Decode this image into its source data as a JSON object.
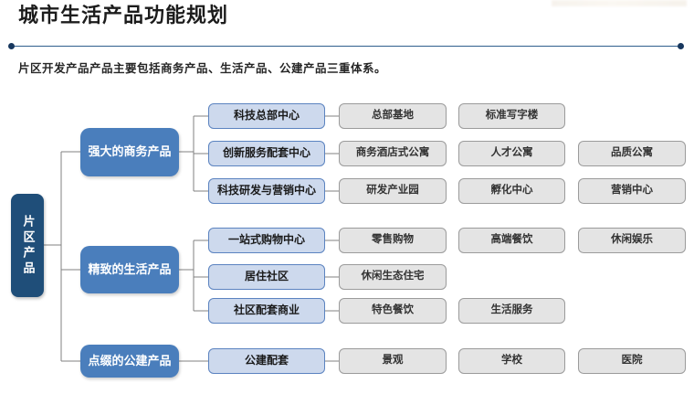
{
  "header": {
    "title": "城市生活产品功能规划",
    "subtitle": "片区开发产品产品主要包括商务产品、生活产品、公建产品三重体系。"
  },
  "colors": {
    "root_bg": "#1f4e79",
    "level2_bg": "#4a7ebc",
    "level3_bg": "#cdd9ed",
    "level3_border": "#5b83c0",
    "level4_bg": "#e4e4e4",
    "level4_border": "#9b9b9b",
    "divider": "#2f5e8c",
    "connector_line": "#808080"
  },
  "tree": {
    "root": "片区产品",
    "groups": [
      {
        "label": "强大的商务产品",
        "rows": [
          {
            "hub": "科技总部中心",
            "items": [
              "总部基地",
              "标准写字楼"
            ]
          },
          {
            "hub": "创新服务配套中心",
            "items": [
              "商务酒店式公寓",
              "人才公寓",
              "品质公寓"
            ]
          },
          {
            "hub": "科技研发与营销中心",
            "items": [
              "研发产业园",
              "孵化中心",
              "营销中心"
            ]
          }
        ]
      },
      {
        "label": "精致的生活产品",
        "rows": [
          {
            "hub": "一站式购物中心",
            "items": [
              "零售购物",
              "高端餐饮",
              "休闲娱乐"
            ]
          },
          {
            "hub": "居住社区",
            "items": [
              "休闲生态住宅"
            ]
          },
          {
            "hub": "社区配套商业",
            "items": [
              "特色餐饮",
              "生活服务"
            ]
          }
        ]
      },
      {
        "label": "点缀的公建产品",
        "rows": [
          {
            "hub": "公建配套",
            "items": [
              "景观",
              "学校",
              "医院"
            ]
          }
        ]
      }
    ]
  }
}
